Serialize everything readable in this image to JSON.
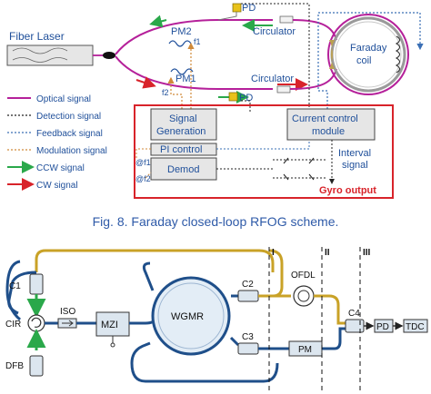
{
  "top": {
    "fiber_laser": "Fiber Laser",
    "pm2": "PM2",
    "pm1": "PM1",
    "f1": "f1",
    "f2": "f2",
    "circulator_top": "Circulator",
    "circulator_bottom": "Circulator",
    "pd_top": "PD",
    "pd_bottom": "PD",
    "faraday_1": "Faraday",
    "faraday_2": "coil",
    "signal_gen_1": "Signal",
    "signal_gen_2": "Generation",
    "pi_control": "PI control",
    "demod": "Demod",
    "current_1": "Current control",
    "current_2": "module",
    "interval_1": "Interval",
    "interval_2": "signal",
    "at_f1": "@f1",
    "at_f2": "@f2",
    "gyro_output": "Gyro output"
  },
  "legend": [
    {
      "label": "Optical signal",
      "color": "#b5209a",
      "kind": "solid"
    },
    {
      "label": "Detection signal",
      "color": "#222222",
      "kind": "dotted"
    },
    {
      "label": "Feedback signal",
      "color": "#3a6fb5",
      "kind": "dotted"
    },
    {
      "label": "Modulation signal",
      "color": "#d08a3a",
      "kind": "dotted"
    },
    {
      "label": "CCW signal",
      "color": "#2aa84a",
      "kind": "arrow"
    },
    {
      "label": "CW signal",
      "color": "#d8232a",
      "kind": "arrow"
    }
  ],
  "caption": "Fig. 8.  Faraday closed-loop RFOG scheme.",
  "bottom": {
    "c1": "C1",
    "cir": "CIR",
    "dfb": "DFB",
    "iso": "ISO",
    "mzi": "MZI",
    "wgmr": "WGMR",
    "c2": "C2",
    "c3": "C3",
    "c4": "C4",
    "ofdl": "OFDL",
    "pm": "PM",
    "pd": "PD",
    "tdc": "TDC",
    "roman_1": "I",
    "roman_2": "II",
    "roman_3": "III"
  },
  "colors": {
    "optical": "#b5209a",
    "ccw": "#2aa84a",
    "cw": "#d8232a",
    "feedback": "#3a6fb5",
    "modulation": "#d08a3a",
    "box_red": "#d8232a",
    "fiber_blue": "#1f4f8a",
    "fiber_gold": "#c9a227",
    "caption_blue": "#2e5aa8"
  }
}
